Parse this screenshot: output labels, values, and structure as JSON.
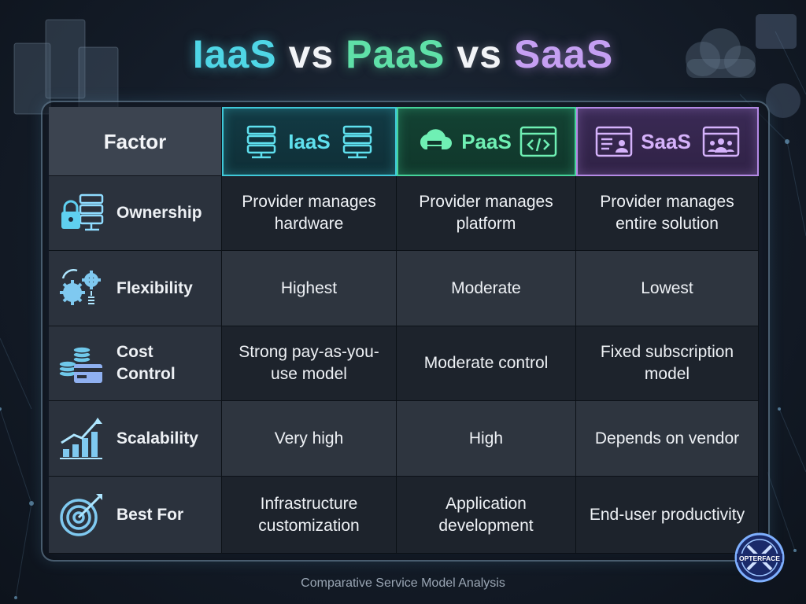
{
  "title": {
    "iaas": "IaaS",
    "vs1": "vs",
    "paas": "PaaS",
    "vs2": "vs",
    "saas": "SaaS"
  },
  "header": {
    "factor": "Factor",
    "iaas": "IaaS",
    "paas": "PaaS",
    "saas": "SaaS"
  },
  "rows": [
    {
      "factor": "Ownership",
      "icon": "lock-server-icon",
      "iaas": "Provider manages hardware",
      "paas": "Provider manages platform",
      "saas": "Provider manages entire solution"
    },
    {
      "factor": "Flexibility",
      "icon": "gears-icon",
      "iaas": "Highest",
      "paas": "Moderate",
      "saas": "Lowest"
    },
    {
      "factor": "Cost Control",
      "icon": "coins-card-icon",
      "iaas": "Strong pay-as-you-use model",
      "paas": "Moderate control",
      "saas": "Fixed subscription model"
    },
    {
      "factor": "Scalability",
      "icon": "growth-chart-icon",
      "iaas": "Very high",
      "paas": "High",
      "saas": "Depends on vendor"
    },
    {
      "factor": "Best For",
      "icon": "target-icon",
      "iaas": "Infrastructure customization",
      "paas": "Application development",
      "saas": "End-user productivity"
    }
  ],
  "footer": "Comparative Service Model Analysis",
  "logo_text": "OPTERFACE",
  "colors": {
    "iaas": "#4fd6e6",
    "paas": "#5fe0a8",
    "saas": "#c59ff2",
    "background": "#141c28"
  }
}
